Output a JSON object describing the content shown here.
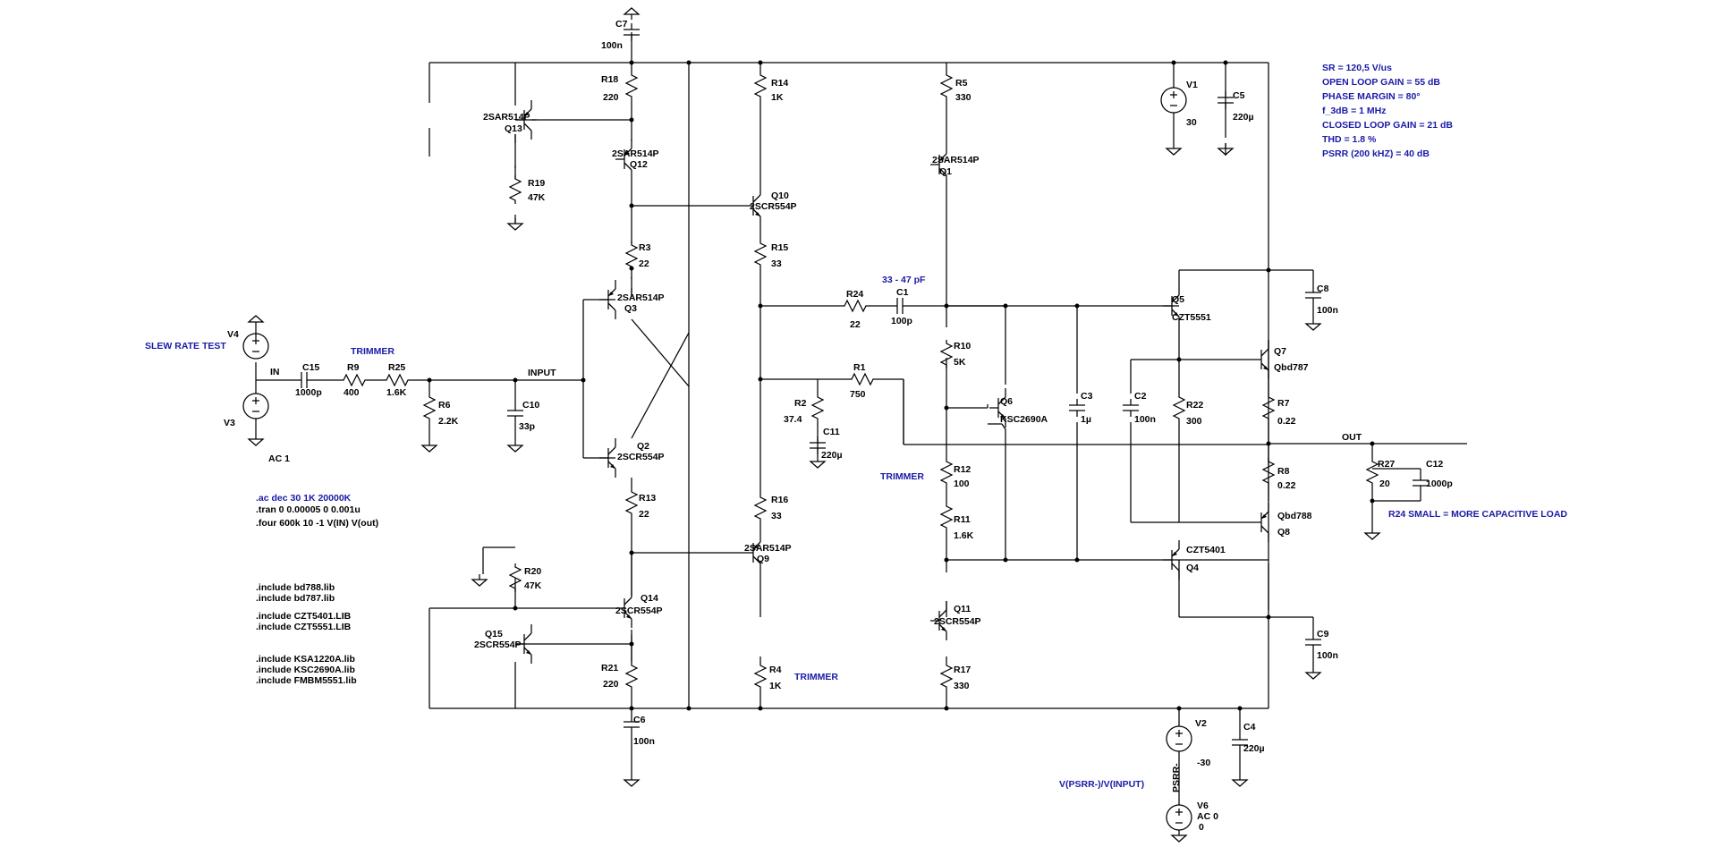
{
  "title": "",
  "colors": {
    "wire": "#000000",
    "annotation": "#1a1aa8",
    "background": "#ffffff"
  },
  "specs": [
    "SR = 120,5 V/us",
    "OPEN LOOP GAIN = 55 dB",
    "PHASE MARGIN = 80°",
    "f_3dB = 1 MHz",
    "CLOSED LOOP GAIN = 21 dB",
    "THD = 1.8 %",
    "PSRR (200 kHZ) = 40 dB"
  ],
  "directives": [
    ".ac dec 30 1K 20000K",
    ".tran 0 0.00005 0 0.001u",
    ".four 600k 10 -1 V(IN) V(out)"
  ],
  "includes": [
    ".include bd788.lib",
    ".include bd787.lib",
    ".include CZT5401.LIB",
    ".include CZT5551.LIB",
    ".include KSA1220A.lib",
    ".include KSC2690A.lib",
    ".include FMBM5551.lib"
  ],
  "notes": {
    "slew": "SLEW RATE TEST",
    "trimmer": "TRIMMER",
    "cap_range": "33 - 47 pF",
    "r24_note": "R24 SMALL = MORE CAPACITIVE LOAD",
    "psrr_meas": "V(PSRR-)/V(INPUT)"
  },
  "nets": {
    "in": "IN",
    "input": "INPUT",
    "out": "OUT",
    "psrr": "PSRR-"
  },
  "components": {
    "C7": {
      "ref": "C7",
      "val": "100n"
    },
    "R18": {
      "ref": "R18",
      "val": "220"
    },
    "Q13": {
      "ref": "Q13",
      "val": "2SAR514P"
    },
    "Q12": {
      "ref": "Q12",
      "val": "2SAR514P"
    },
    "R19": {
      "ref": "R19",
      "val": "47K"
    },
    "R14": {
      "ref": "R14",
      "val": "1K"
    },
    "Q10": {
      "ref": "Q10",
      "val": "2SCR554P"
    },
    "R15": {
      "ref": "R15",
      "val": "33"
    },
    "R5": {
      "ref": "R5",
      "val": "330"
    },
    "Q1": {
      "ref": "Q1",
      "val": "2SAR514P"
    },
    "V1": {
      "ref": "V1",
      "val": "30"
    },
    "C5": {
      "ref": "C5",
      "val": "220µ"
    },
    "R3": {
      "ref": "R3",
      "val": "22"
    },
    "Q3": {
      "ref": "Q3",
      "val": "2SAR514P"
    },
    "R24": {
      "ref": "R24",
      "val": "22"
    },
    "C1": {
      "ref": "C1",
      "val": "100p"
    },
    "Q5": {
      "ref": "Q5",
      "val": "CZT5551"
    },
    "C8": {
      "ref": "C8",
      "val": "100n"
    },
    "V4": {
      "ref": "V4",
      "val": ""
    },
    "C15": {
      "ref": "C15",
      "val": "1000p"
    },
    "R9": {
      "ref": "R9",
      "val": "400"
    },
    "R25": {
      "ref": "R25",
      "val": "1.6K"
    },
    "R6": {
      "ref": "R6",
      "val": "2.2K"
    },
    "C10": {
      "ref": "C10",
      "val": "33p"
    },
    "V3": {
      "ref": "V3",
      "val": "AC 1"
    },
    "R1": {
      "ref": "R1",
      "val": "750"
    },
    "R2": {
      "ref": "R2",
      "val": "37.4"
    },
    "C11": {
      "ref": "C11",
      "val": "220µ"
    },
    "R10": {
      "ref": "R10",
      "val": "5K"
    },
    "Q6": {
      "ref": "Q6",
      "val": "KSC2690A"
    },
    "C3": {
      "ref": "C3",
      "val": "1µ"
    },
    "C2": {
      "ref": "C2",
      "val": "100n"
    },
    "R22": {
      "ref": "R22",
      "val": "300"
    },
    "Q7": {
      "ref": "Q7",
      "val": "Qbd787"
    },
    "R7": {
      "ref": "R7",
      "val": "0.22"
    },
    "Q2": {
      "ref": "Q2",
      "val": "2SCR554P"
    },
    "R13": {
      "ref": "R13",
      "val": "22"
    },
    "R16": {
      "ref": "R16",
      "val": "33"
    },
    "Q9": {
      "ref": "Q9",
      "val": "2SAR514P"
    },
    "R12": {
      "ref": "R12",
      "val": "100"
    },
    "R11": {
      "ref": "R11",
      "val": "1.6K"
    },
    "R8": {
      "ref": "R8",
      "val": "0.22"
    },
    "Q8": {
      "ref": "Q8",
      "val": "Qbd788"
    },
    "R27": {
      "ref": "R27",
      "val": "20"
    },
    "C12": {
      "ref": "C12",
      "val": "1000p"
    },
    "Q4": {
      "ref": "Q4",
      "val": "CZT5401"
    },
    "R20": {
      "ref": "R20",
      "val": "47K"
    },
    "Q14": {
      "ref": "Q14",
      "val": "2SCR554P"
    },
    "Q15": {
      "ref": "Q15",
      "val": "2SCR554P"
    },
    "R21": {
      "ref": "R21",
      "val": "220"
    },
    "C6": {
      "ref": "C6",
      "val": "100n"
    },
    "Q11": {
      "ref": "Q11",
      "val": "2SCR554P"
    },
    "R4": {
      "ref": "R4",
      "val": "1K"
    },
    "R17": {
      "ref": "R17",
      "val": "330"
    },
    "C9": {
      "ref": "C9",
      "val": "100n"
    },
    "V2": {
      "ref": "V2",
      "val": "-30"
    },
    "C4": {
      "ref": "C4",
      "val": "220µ"
    },
    "V6": {
      "ref": "V6",
      "val": "AC 0",
      "val2": "0"
    }
  }
}
